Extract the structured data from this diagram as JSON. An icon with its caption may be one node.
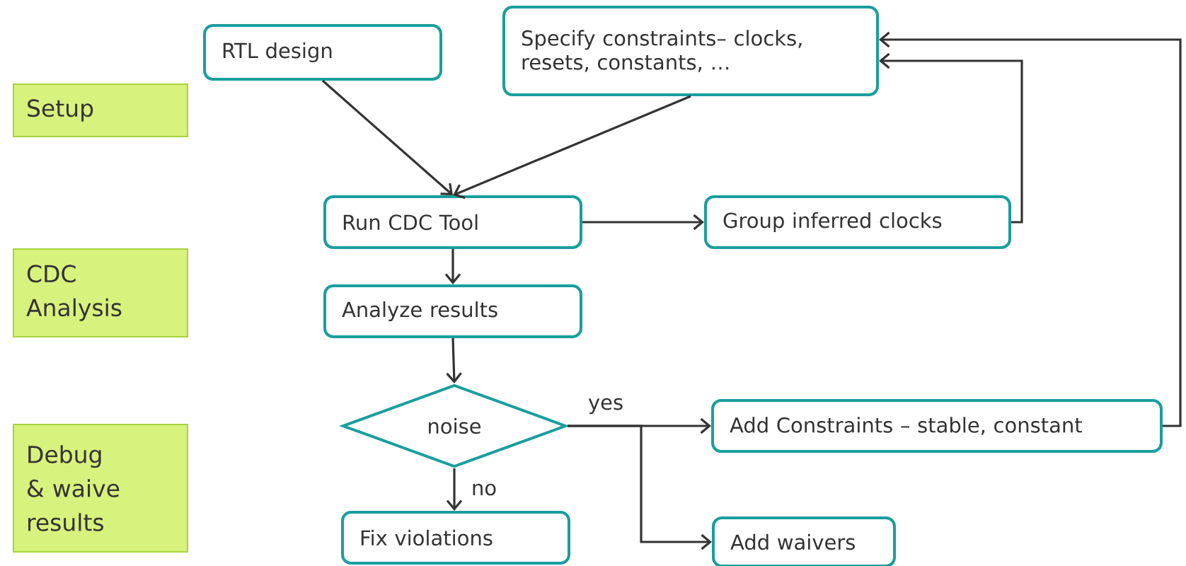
{
  "diagram": {
    "nodes": [
      {
        "text": [
          "Setup"
        ]
      },
      {
        "text": [
          "CDC Analysis"
        ]
      },
      {
        "text": [
          "Debug & waive results"
        ]
      },
      {
        "text": [
          "RTL design"
        ]
      },
      {
        "text": [
          "Specify constraints– clocks, resets, constants, …"
        ]
      },
      {
        "text": [
          "Run CDC Tool"
        ]
      },
      {
        "text": [
          "Group inferred clocks"
        ]
      },
      {
        "text": [
          "Analyze results"
        ]
      },
      {
        "text": [
          "noise"
        ]
      },
      {
        "text": [
          "Add Constraints – stable, constant"
        ]
      },
      {
        "text": [
          "Fix violations"
        ]
      },
      {
        "text": [
          "Add waivers"
        ]
      }
    ],
    "edges": [
      {
        "from": 3,
        "to": 5,
        "arrow": "to"
      },
      {
        "from": 4,
        "to": 5,
        "arrow": "to"
      },
      {
        "from": 5,
        "to": 6,
        "arrow": "to"
      },
      {
        "from": 6,
        "to": 4,
        "arrow": "to"
      },
      {
        "from": 5,
        "to": 7,
        "arrow": "to"
      },
      {
        "from": 7,
        "to": 8,
        "arrow": "to"
      },
      {
        "from": 8,
        "to": 9,
        "arrow": "to",
        "label": "yes"
      },
      {
        "from": 8,
        "to": 11,
        "arrow": "to"
      },
      {
        "from": 8,
        "to": 10,
        "arrow": "to",
        "label": "no"
      },
      {
        "from": 9,
        "to": 4,
        "arrow": "to"
      }
    ]
  }
}
